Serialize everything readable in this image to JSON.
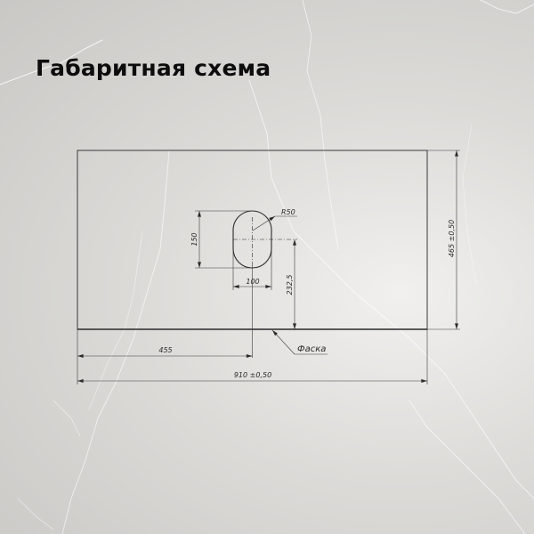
{
  "title": "Габаритная схема",
  "drawing": {
    "overall_width": "910 ±0,50",
    "overall_depth": "465 ±0,50",
    "hole_offset_x": "455",
    "hole_offset_y": "232,5",
    "hole_width": "100",
    "hole_height": "150",
    "hole_radius": "R50",
    "edge_label": "Фаска"
  },
  "colors": {
    "line": "#3a3a3a",
    "title": "#0d0d0d"
  }
}
